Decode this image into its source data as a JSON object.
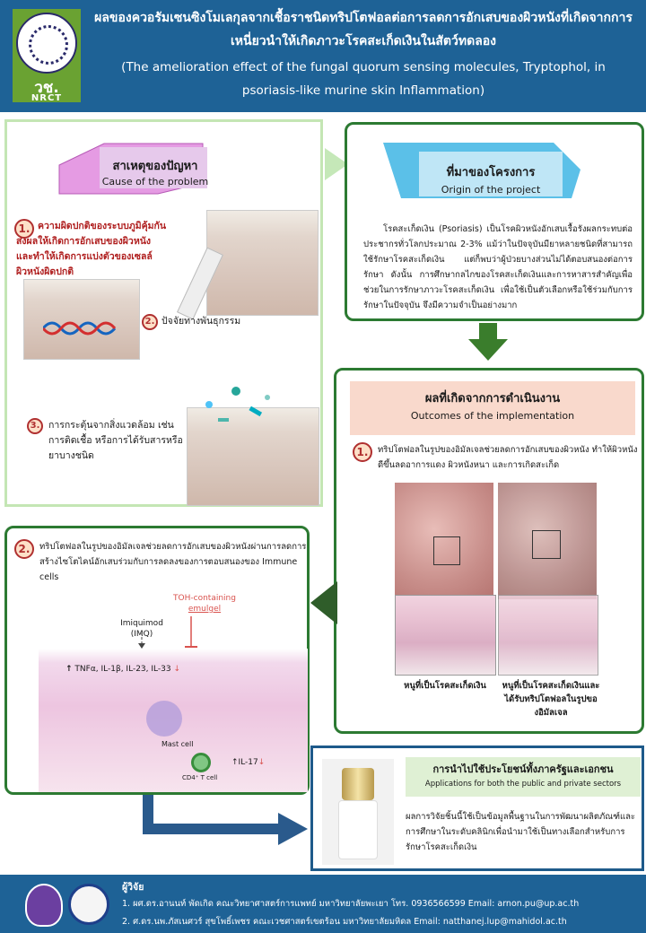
{
  "header": {
    "title_th_1": "ผลของควอรัมเซนซิงโมเลกุลจากเชื้อราชนิดทริปโตฟอลต่อการลดการอักเสบของผิวหนังที่เกิดจากการ",
    "title_th_2": "เหนี่ยวนำให้เกิดภาวะโรคสะเก็ดเงินในสัตว์ทดลอง",
    "title_en_1": "(The amelioration effect of the fungal quorum sensing molecules, Tryptophol, in",
    "title_en_2": "psoriasis-like murine skin Inflammation)",
    "logo_th": "วช.",
    "logo_en": "NRCT"
  },
  "cause": {
    "heading_th": "สาเหตุของปัญหา",
    "heading_en": "Cause of the problem",
    "items": [
      {
        "num": "1.",
        "text": "ความผิดปกติของระบบภูมิคุ้มกัน ส่งผลให้เกิดการอักเสบของผิวหนัง และทำให้เกิดการแบ่งตัวของเซลล์ผิวหนังผิดปกติ"
      },
      {
        "num": "2.",
        "text": "ปัจจัยทางพันธุกรรม"
      },
      {
        "num": "3.",
        "text": "การกระตุ้นจากสิ่งแวดล้อม เช่นการติดเชื้อ หรือการได้รับสารหรือยาบางชนิด"
      }
    ]
  },
  "origin": {
    "heading_th": "ที่มาของโครงการ",
    "heading_en": "Origin of the project",
    "body": "โรคสะเก็ดเงิน (Psoriasis) เป็นโรคผิวหนังอักเสบเรื้อรังผลกระทบต่อประชากรทั่วโลกประมาณ 2-3% แม้ว่าในปัจจุบันมียาหลายชนิดที่สามารถใช้รักษาโรคสะเก็ดเงิน แต่ก็พบว่าผู้ป่วยบางส่วนไม่ได้ตอบสนองต่อการรักษา ดังนั้น การศึกษากลไกของโรคสะเก็ดเงินและการหาสารสำคัญเพื่อช่วยในการรักษาภาวะโรคสะเก็ดเงิน เพื่อใช้เป็นตัวเลือกหรือใช้ร่วมกับการรักษาในปัจจุบัน จึงมีความจำเป็นอย่างมาก"
  },
  "outcomes": {
    "heading_th": "ผลที่เกิดจากการดำเนินงาน",
    "heading_en": "Outcomes of the implementation",
    "item1_num": "1.",
    "item1_text": "ทริปโตฟอลในรูปของอิมัลเจลช่วยลดการอักเสบของผิวหนัง ทำให้ผิวหนังดีขึ้นลดอาการแดง ผิวหนังหนา และการเกิดสะเก็ด",
    "caption_left": "หนูที่เป็นโรคสะเก็ดเงิน",
    "caption_right": "หนูที่เป็นโรคสะเก็ดเงินและได้รับทริปโตฟอลในรูปของอิมัลเจล"
  },
  "mechanism": {
    "num": "2.",
    "text": "ทริปโตฟอลในรูปของอิมัลเจลช่วยลดการอักเสบของผิวหนังผ่านการลดการสร้างไซโตไคน์อักเสบร่วมกับการลดลงของการตอบสนองของ Immune cells",
    "toh_label_1": "TOH-containing",
    "toh_label_2": "emulgel",
    "imq_label_1": "Imiquimod",
    "imq_label_2": "(IMQ)",
    "cytokines": "TNFα, IL-1β, IL-23, IL-33",
    "mast_cell": "Mast cell",
    "cd4": "CD4⁺ T cell",
    "il17": "IL-17"
  },
  "applications": {
    "heading_th": "การนำไปใช้ประโยชน์ทั้งภาครัฐและเอกชน",
    "heading_en": "Applications for both the public and private sectors",
    "body": "ผลการวิจัยชิ้นนี้ใช้เป็นข้อมูลพื้นฐานในการพัฒนาผลิตภัณฑ์และการศึกษาในระดับคลินิกเพื่อนำมาใช้เป็นทางเลือกสำหรับการรักษาโรคสะเก็ดเงิน"
  },
  "footer": {
    "label": "ผู้วิจัย",
    "researchers": [
      "1. ผศ.ดร.อานนท์ พัดเกิด คณะวิทยาศาสตร์การแพทย์ มหาวิทยาลัยพะเยา โทร. 0936566599 Email: arnon.pu@up.ac.th",
      "2. ศ.ดร.นพ.ภัสเนศวร์ สุขโพธิ์เพชร คณะเวชศาสตร์เขตร้อน มหาวิทยาลัยมหิดล Email: natthanej.lup@mahidol.ac.th"
    ]
  },
  "colors": {
    "header_bg": "#1e6296",
    "panel_border": "#2c7a32",
    "accent_red": "#b02020"
  }
}
